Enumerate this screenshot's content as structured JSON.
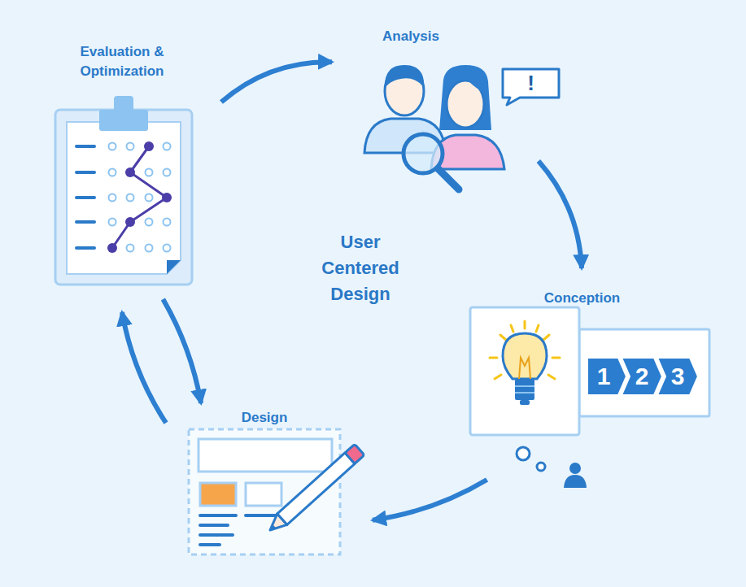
{
  "diagram": {
    "nodes": [
      {
        "text": [
          "Analysis"
        ]
      },
      {
        "text": [
          "!"
        ],
        "in": 0
      },
      {
        "text": [
          "Conception"
        ]
      },
      {
        "text": [
          "1"
        ],
        "in": 2
      },
      {
        "text": [
          "2"
        ],
        "in": 2
      },
      {
        "text": [
          "3"
        ],
        "in": 2
      },
      {
        "text": [
          "Design"
        ]
      },
      {
        "text": [
          "Evaluation & Optimization"
        ]
      }
    ],
    "edges": [
      {
        "from": 7,
        "to": 0,
        "arrow": "to"
      },
      {
        "from": 0,
        "to": 2,
        "arrow": "to"
      },
      {
        "from": 2,
        "to": 6,
        "arrow": "to"
      },
      {
        "from": 7,
        "to": 6,
        "arrow": "to"
      },
      {
        "from": 6,
        "to": 7,
        "arrow": "to"
      }
    ],
    "labels": [
      "User Centered Design"
    ]
  }
}
